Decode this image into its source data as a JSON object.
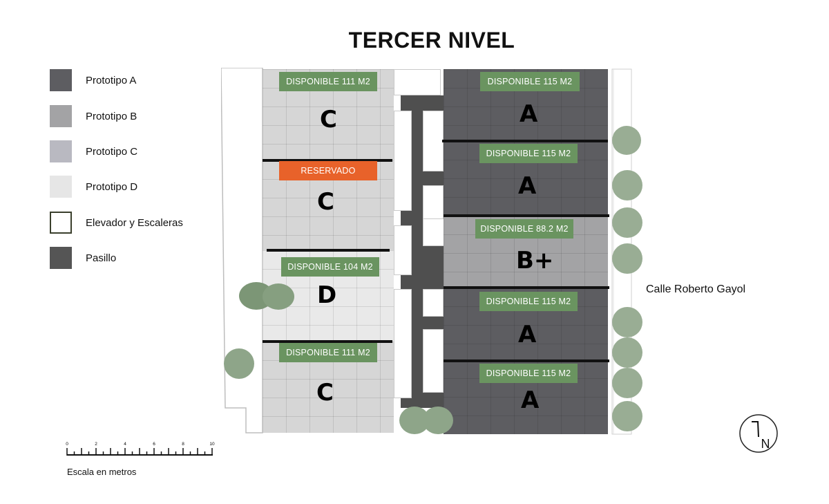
{
  "title": "TERCER NIVEL",
  "colors": {
    "prototipo_a": "#5d5d61",
    "prototipo_b": "#a3a3a5",
    "prototipo_c": "#b9b9c1",
    "prototipo_d": "#e6e6e6",
    "elevador": "#ffffff",
    "pasillo": "#555555",
    "disponible": "#6a9460",
    "reservado": "#e8622a",
    "tree": "#8fa58a"
  },
  "legend": {
    "items": [
      {
        "label": "Prototipo A",
        "color": "#5d5d61"
      },
      {
        "label": "Prototipo B",
        "color": "#a3a3a5"
      },
      {
        "label": "Prototipo C",
        "color": "#b9b9c1"
      },
      {
        "label": "Prototipo D",
        "color": "#e6e6e6"
      },
      {
        "label": "Elevador y Escaleras",
        "color": "#ffffff"
      },
      {
        "label": "Pasillo",
        "color": "#555555"
      }
    ]
  },
  "units": {
    "left": [
      {
        "status": "DISPONIBLE 111 M2",
        "letter": "C"
      },
      {
        "status": "RESERVADO",
        "letter": "C"
      },
      {
        "status": "DISPONIBLE 104 M2",
        "letter": "D"
      },
      {
        "status": "DISPONIBLE 111 M2",
        "letter": "C"
      }
    ],
    "right": [
      {
        "status": "DISPONIBLE 115 M2",
        "letter": "A"
      },
      {
        "status": "DISPONIBLE 115 M2",
        "letter": "A"
      },
      {
        "status": "DISPONIBLE 88.2 M2",
        "letter": "B+"
      },
      {
        "status": "DISPONIBLE 115 M2",
        "letter": "A"
      },
      {
        "status": "DISPONIBLE 115 M2",
        "letter": "A"
      }
    ]
  },
  "street": "Calle Roberto Gayol",
  "scale": {
    "label": "Escala en metros",
    "ticks": [
      "0",
      "2",
      "4",
      "6",
      "8",
      "10"
    ]
  },
  "compass": {
    "label": "N"
  }
}
